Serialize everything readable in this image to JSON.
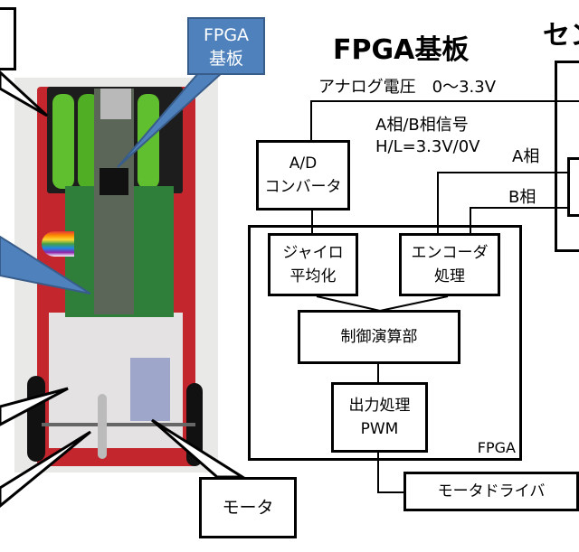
{
  "title": "FPGA基板",
  "sensor_title_partial": "セン",
  "signals": {
    "analog": "アナログ電圧　0～3.3V",
    "ab_signal_line1": "A相/B相信号",
    "ab_signal_line2": "H/L=3.3V/0V",
    "a_phase": "A相",
    "b_phase": "B相"
  },
  "blocks": {
    "adc": [
      "A/D",
      "コンバータ"
    ],
    "gyro": [
      "ジャイロ",
      "平均化"
    ],
    "encoder": [
      "エンコーダ",
      "処理"
    ],
    "control": "制御演算部",
    "output": [
      "出力処理",
      "PWM"
    ],
    "fpga_label": "FPGA",
    "motor_driver": "モータドライバ"
  },
  "photo_callouts": {
    "fpga_board": [
      "FPGA",
      "基板"
    ],
    "motor": "モータ"
  },
  "colors": {
    "callout_blue": "#4f81bd",
    "callout_border": "#385d8a",
    "chassis_red": "#c4262e",
    "battery_green": "#5fbf2e",
    "pcb_green": "#2f7f3a"
  }
}
